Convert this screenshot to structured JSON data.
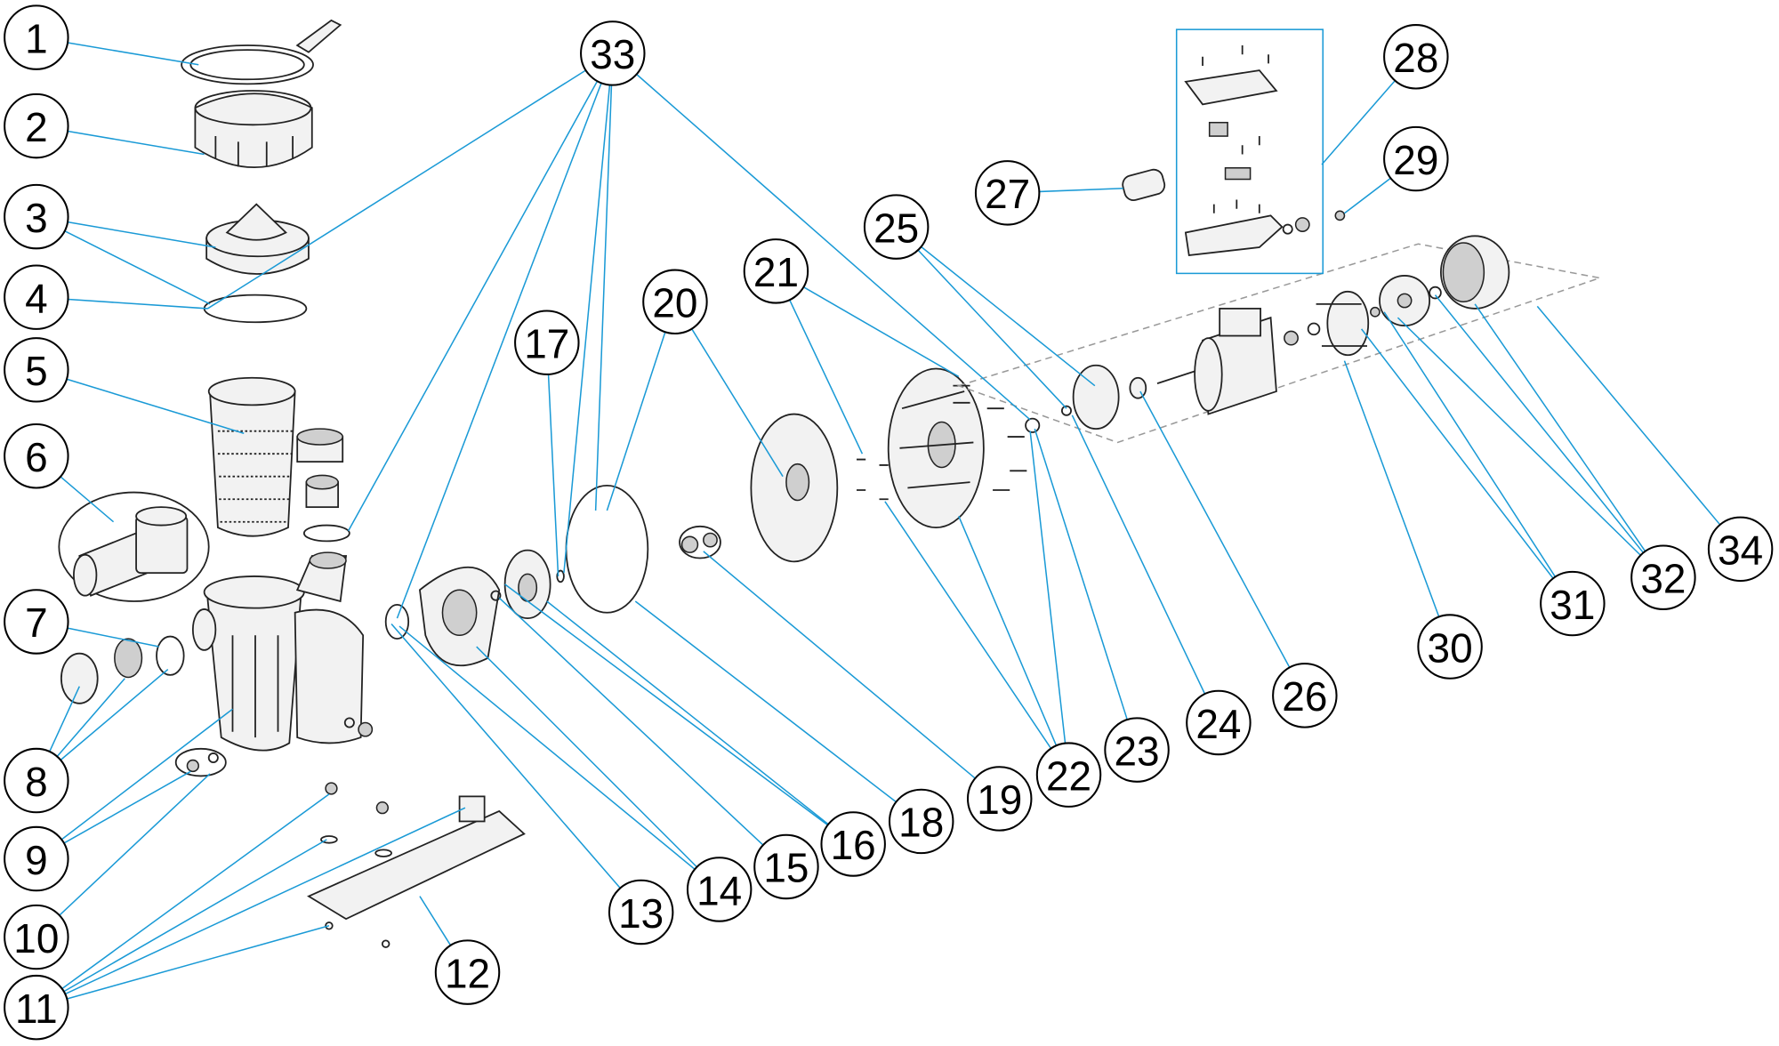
{
  "diagram": {
    "type": "exploded-parts-diagram",
    "callouts": [
      "1",
      "2",
      "3",
      "4",
      "5",
      "6",
      "7",
      "8",
      "9",
      "10",
      "11",
      "12",
      "13",
      "14",
      "15",
      "16",
      "17",
      "18",
      "19",
      "20",
      "21",
      "22",
      "23",
      "24",
      "25",
      "26",
      "27",
      "28",
      "29",
      "30",
      "31",
      "32",
      "33",
      "34"
    ],
    "colors": {
      "leader_line": "#1a9ad6",
      "callout_outline": "#000000",
      "part_outline": "#222222"
    }
  }
}
